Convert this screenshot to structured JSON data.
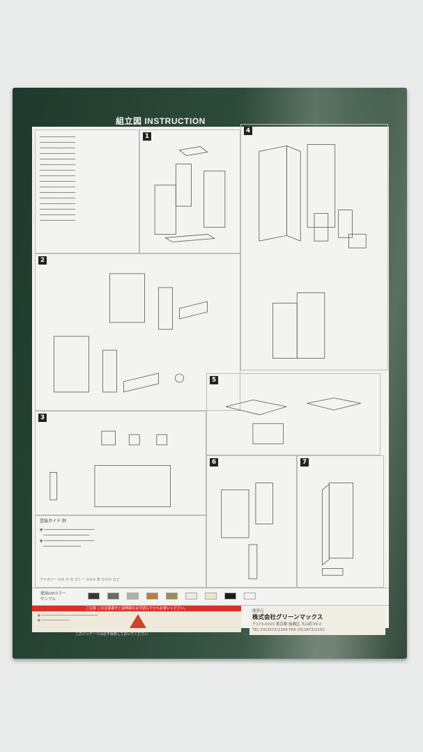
{
  "title": "組立図 INSTRUCTION",
  "panels": [
    {
      "num": "1"
    },
    {
      "num": "2"
    },
    {
      "num": "3"
    },
    {
      "num": "4"
    },
    {
      "num": "5"
    },
    {
      "num": "6"
    },
    {
      "num": "7"
    }
  ],
  "painting_guide": {
    "heading": "塗装ガイド 例",
    "colors_line": "アイボリー ⑥⑧ ⑭ ⑯ グレー ⑤⑨⑩ 茶 ⑫⑬⑭ など"
  },
  "color_samples": {
    "label": "使用GMカラーサンプル",
    "swatches": [
      "#3a3530",
      "#6b6866",
      "#b3b1ae",
      "#b8803e",
      "#9c8c55",
      "#ecebe2",
      "#ede6c2",
      "#1b1a1c",
      "#f1f1ef"
    ]
  },
  "warning": {
    "header": "ご注意 この注意書きと説明図を必ず読んでからお使いください。",
    "footer": "このパッケージは必ず保管しておいてください"
  },
  "publisher": {
    "label": "発売元",
    "company": "株式会社グリーンマックス",
    "address": "〒173-0023 東京都 板橋区 大山町39-2",
    "tel": "TEL 03(3973)2164 FAX 03(3973)2163"
  }
}
